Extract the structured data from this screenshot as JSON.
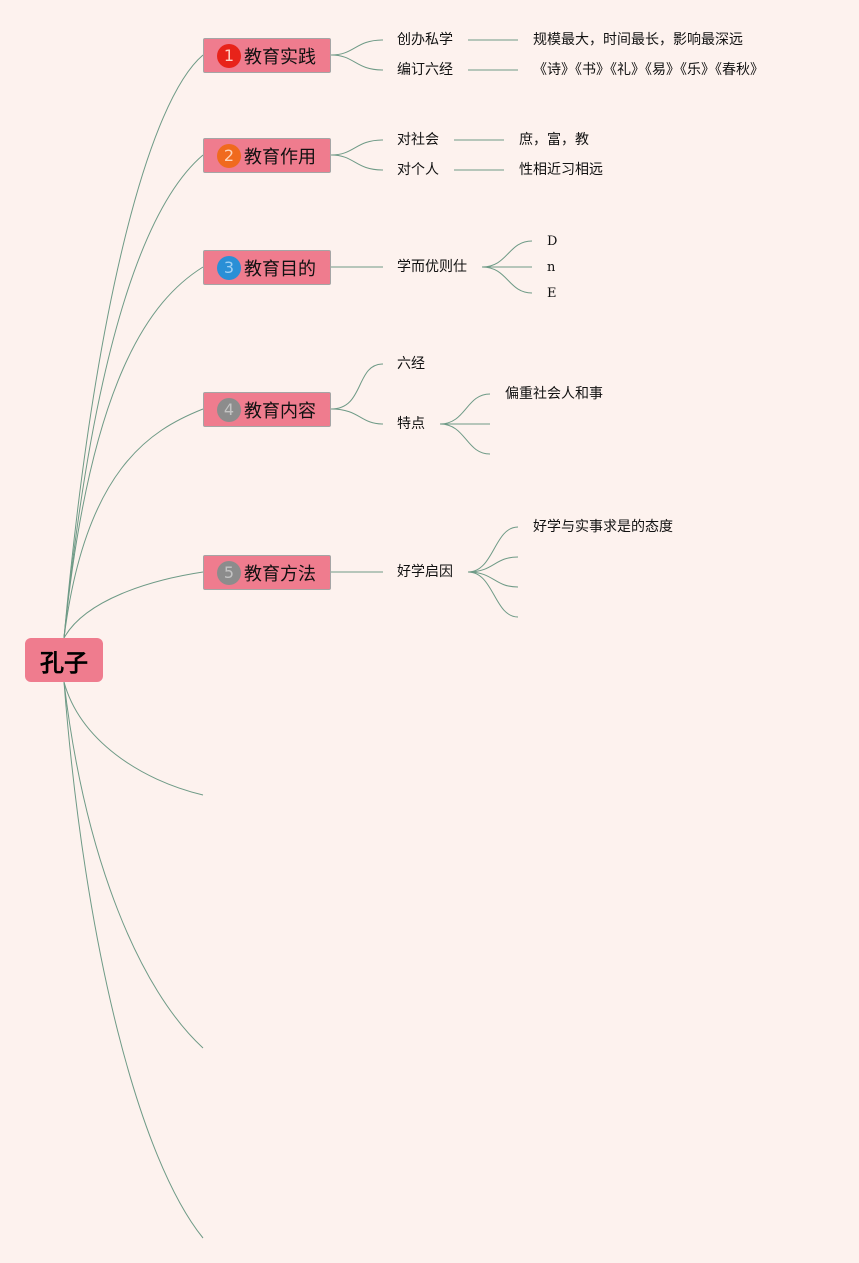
{
  "root": {
    "label": "孔子"
  },
  "topics": [
    {
      "label": "教育实践",
      "badge": "1",
      "badge_color": "#e8231a",
      "badge_text_color": "#ffcfc4",
      "sub": [
        {
          "label": "创办私学",
          "detail": "规模最大，时间最长，影响最深远"
        },
        {
          "label": "编订六经",
          "detail": "《诗》《书》《礼》《易》《乐》《春秋》"
        }
      ]
    },
    {
      "label": "教育作用",
      "badge": "2",
      "badge_color": "#f06a1e",
      "badge_text_color": "#ffd3b8",
      "sub": [
        {
          "label": "对社会",
          "detail": "庶，富，教"
        },
        {
          "label": "对个人",
          "detail": "性相近习相远"
        }
      ]
    },
    {
      "label": "教育目的",
      "badge": "3",
      "badge_color": "#2a8fd6",
      "badge_text_color": "#9fd0f4",
      "sub": [
        {
          "label": "学而优则仕",
          "children": [
            "D",
            "n",
            "E"
          ]
        }
      ]
    },
    {
      "label": "教育内容",
      "badge": "4",
      "badge_color": "#8c8c8c",
      "badge_text_color": "#c4c4c4",
      "sub": [
        {
          "label": "六经"
        },
        {
          "label": "特点",
          "children": [
            "偏重社会人和事",
            "",
            ""
          ]
        }
      ]
    },
    {
      "label": "教育方法",
      "badge": "5",
      "badge_color": "#8c8c8c",
      "badge_text_color": "#c4c4c4",
      "sub": [
        {
          "label": "好学启因",
          "children": [
            "好学与实事求是的态度",
            "",
            "",
            ""
          ]
        }
      ]
    }
  ],
  "colors": {
    "background": "#fdf2ee",
    "node": "#ef7c8e",
    "branch_line": "#6e9a86"
  }
}
